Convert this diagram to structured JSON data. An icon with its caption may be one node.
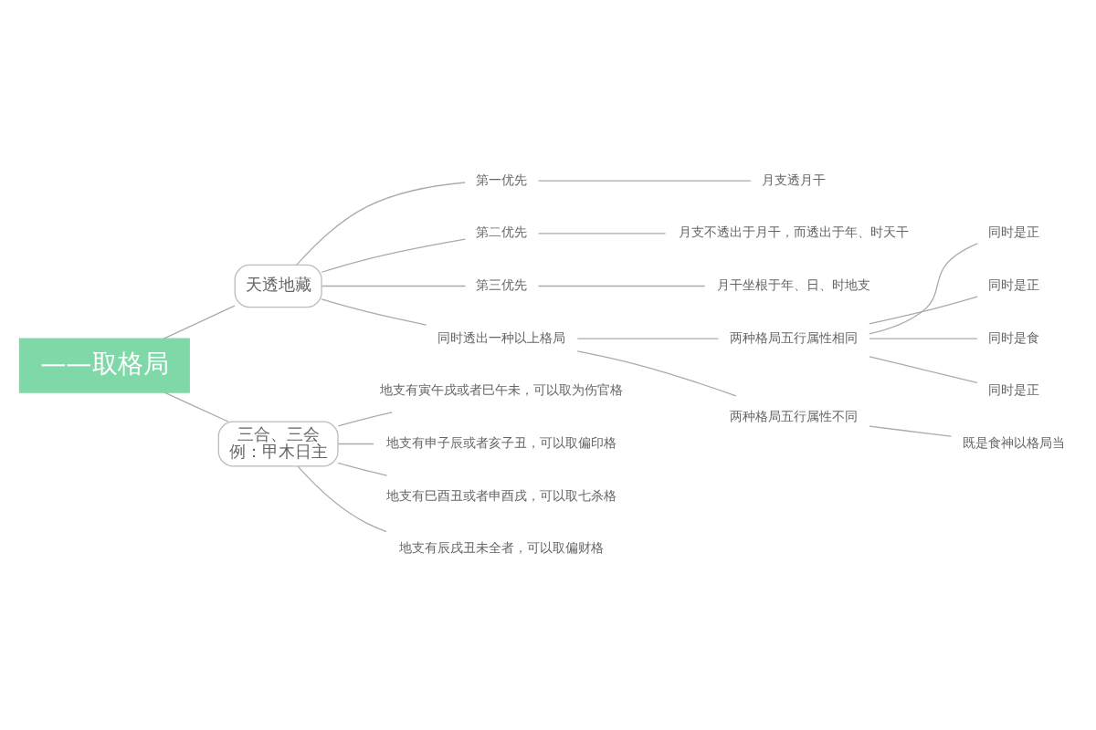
{
  "diagram": {
    "nodes": [
      {
        "text": [
          "——取格局"
        ]
      },
      {
        "text": [
          "天透地藏"
        ]
      },
      {
        "text": [
          "第一优先"
        ]
      },
      {
        "text": [
          "月支透月干"
        ]
      },
      {
        "text": [
          "第二优先"
        ]
      },
      {
        "text": [
          "月支不透出于月干，而透出于年、时天干"
        ]
      },
      {
        "text": [
          "第三优先"
        ]
      },
      {
        "text": [
          "月干坐根于年、日、时地支"
        ]
      },
      {
        "text": [
          "同时透出一种以上格局"
        ]
      },
      {
        "text": [
          "两种格局五行属性相同"
        ]
      },
      {
        "text": [
          "同时是正"
        ]
      },
      {
        "text": [
          "同时是正"
        ]
      },
      {
        "text": [
          "同时是食"
        ]
      },
      {
        "text": [
          "同时是正"
        ]
      },
      {
        "text": [
          "两种格局五行属性不同"
        ]
      },
      {
        "text": [
          "既是食神以格局当"
        ]
      },
      {
        "text": [
          "三合、三会",
          "例：甲木日主"
        ]
      },
      {
        "text": [
          "地支有寅午戌或者巳午未，可以取为伤官格"
        ]
      },
      {
        "text": [
          "地支有申子辰或者亥子丑，可以取偏印格"
        ]
      },
      {
        "text": [
          "地支有巳酉丑或者申酉戌，可以取七杀格"
        ]
      },
      {
        "text": [
          "地支有辰戌丑未全者，可以取偏财格"
        ]
      }
    ],
    "edges": [
      {
        "from": 0,
        "to": 1,
        "arrow": "none"
      },
      {
        "from": 1,
        "to": 2,
        "arrow": "none"
      },
      {
        "from": 2,
        "to": 3,
        "arrow": "none"
      },
      {
        "from": 1,
        "to": 4,
        "arrow": "none"
      },
      {
        "from": 4,
        "to": 5,
        "arrow": "none"
      },
      {
        "from": 1,
        "to": 6,
        "arrow": "none"
      },
      {
        "from": 6,
        "to": 7,
        "arrow": "none"
      },
      {
        "from": 1,
        "to": 8,
        "arrow": "none"
      },
      {
        "from": 8,
        "to": 9,
        "arrow": "none"
      },
      {
        "from": 9,
        "to": 10,
        "arrow": "none"
      },
      {
        "from": 9,
        "to": 11,
        "arrow": "none"
      },
      {
        "from": 9,
        "to": 12,
        "arrow": "none"
      },
      {
        "from": 9,
        "to": 13,
        "arrow": "none"
      },
      {
        "from": 8,
        "to": 14,
        "arrow": "none"
      },
      {
        "from": 14,
        "to": 15,
        "arrow": "none"
      },
      {
        "from": 0,
        "to": 16,
        "arrow": "none"
      },
      {
        "from": 16,
        "to": 17,
        "arrow": "none"
      },
      {
        "from": 16,
        "to": 18,
        "arrow": "none"
      },
      {
        "from": 16,
        "to": 19,
        "arrow": "none"
      },
      {
        "from": 16,
        "to": 20,
        "arrow": "none"
      }
    ]
  }
}
